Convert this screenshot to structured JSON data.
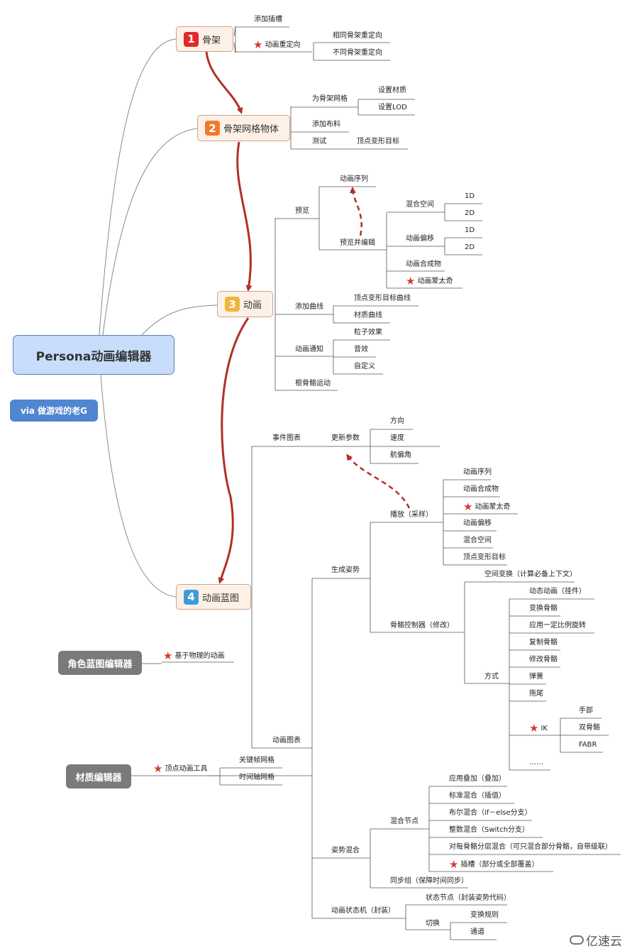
{
  "root": {
    "title": "Persona动画编辑器"
  },
  "via": "via 做游戏的老G",
  "main_nodes": [
    {
      "num": "1",
      "label": "骨架",
      "color": "#e02a2a"
    },
    {
      "num": "2",
      "label": "骨架网格物体",
      "color": "#ef7b2c"
    },
    {
      "num": "3",
      "label": "动画",
      "color": "#f0b43a"
    },
    {
      "num": "4",
      "label": "动画蓝图",
      "color": "#3f9ad8"
    }
  ],
  "side_nodes": {
    "character_bp": "角色蓝图编辑器",
    "material": "材质编辑器"
  },
  "skeleton": {
    "add_socket": "添加插槽",
    "retarget": "动画重定向",
    "same_skeleton": "相同骨架重定向",
    "diff_skeleton": "不同骨架重定向"
  },
  "mesh": {
    "for_mesh": "为骨架网格",
    "set_material": "设置材质",
    "set_lod": "设置LOD",
    "add_cloth": "添加布料",
    "test": "测试",
    "morph_target": "顶点变形目标"
  },
  "anim": {
    "preview": "预览",
    "sequence": "动画序列",
    "preview_edit": "预览并编辑",
    "blend_space": "混合空间",
    "d1": "1D",
    "d2": "2D",
    "anim_offset": "动画偏移",
    "d1b": "1D",
    "d2b": "2D",
    "composite": "动画合成物",
    "montage": "动画蒙太奇",
    "add_curve": "添加曲线",
    "morph_curve": "顶点变形目标曲线",
    "material_curve": "材质曲线",
    "notify": "动画通知",
    "particle": "粒子效果",
    "sound": "音效",
    "custom": "自定义",
    "root_motion": "根骨骼运动"
  },
  "blueprint": {
    "event_graph": "事件图表",
    "update_params": "更新参数",
    "direction": "方向",
    "speed": "速度",
    "yaw": "航偏角",
    "anim_graph": "动画图表",
    "gen_pose": "生成姿势",
    "play": "播放（采样）",
    "play_items": [
      "动画序列",
      "动画合成物",
      "动画蒙太奇",
      "动画偏移",
      "混合空间",
      "顶点变形目标"
    ],
    "bone_ctrl": "骨骼控制器（修改）",
    "space_convert": "空间变换（计算必备上下文）",
    "method": "方式",
    "method_items": [
      "动态动画（挂件）",
      "变换骨骼",
      "应用一定比例旋转",
      "复制骨骼",
      "修改骨骼",
      "弹簧",
      "拖尾"
    ],
    "ik": "IK",
    "ik_items": [
      "手部",
      "双骨骼",
      "FABR"
    ],
    "ellipsis": "……",
    "pose_blend": "姿势混合",
    "blend_node": "混合节点",
    "blend_items": [
      "应用叠加（叠加）",
      "标准混合（插值）",
      "布尔混合（if－else分支）",
      "整数混合（Switch分支）",
      "对每骨骼分层混合（可只混合部分骨骼，自带级联）",
      "插槽（部分或全部覆盖）"
    ],
    "sync_group": "同步组（保障时间同步）",
    "state_machine": "动画状态机（封装）",
    "state_node": "状态节点（封装姿势代码）",
    "switch": "切换",
    "transition_rule": "变换规则",
    "channel": "通道"
  },
  "character_bp": {
    "physics_anim": "基于物理的动画"
  },
  "material": {
    "vertex_tool": "顶点动画工具",
    "keyframe_mesh": "关键帧网格",
    "timeline_mesh": "时间轴网格"
  },
  "watermark": "亿速云",
  "colors": {
    "arrow": "#b03027",
    "line": "#555555",
    "root_bg": "#c8dcfb",
    "via_bg": "#4f86cf",
    "side_bg": "#7a7a7a"
  }
}
